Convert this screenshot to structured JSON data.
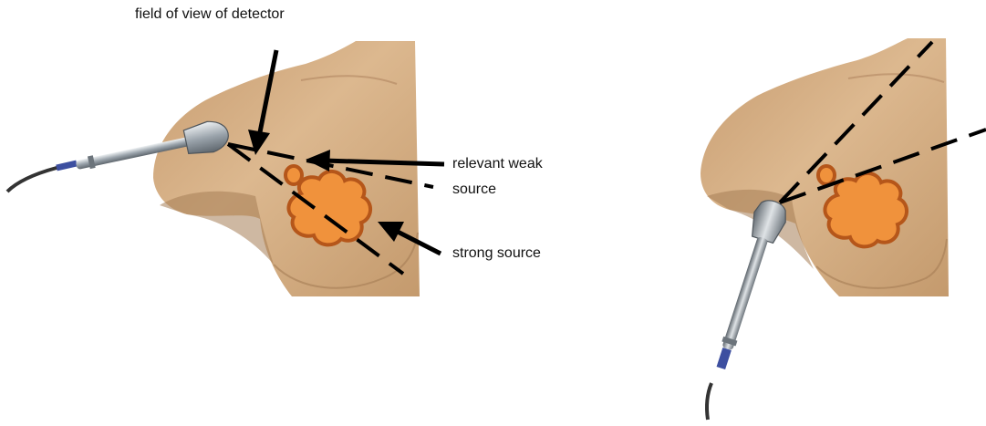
{
  "labels": {
    "field_of_view": "field of view of detector",
    "weak_source_line1": "relevant weak",
    "weak_source_line2": "source",
    "strong_source": "strong source"
  },
  "colors": {
    "skin": "#d2ac82",
    "skin_shadow": "#a57d55",
    "source_fill": "#f0923c",
    "source_outline": "#b5561a",
    "probe_metal": "#9aa3ab",
    "cable_blue": "#3d4fa0",
    "ink": "#000000"
  },
  "panels": [
    {
      "name": "left",
      "probe_position": "lateral, pointing across chest"
    },
    {
      "name": "right",
      "probe_position": "below axilla, pointing upward"
    }
  ]
}
